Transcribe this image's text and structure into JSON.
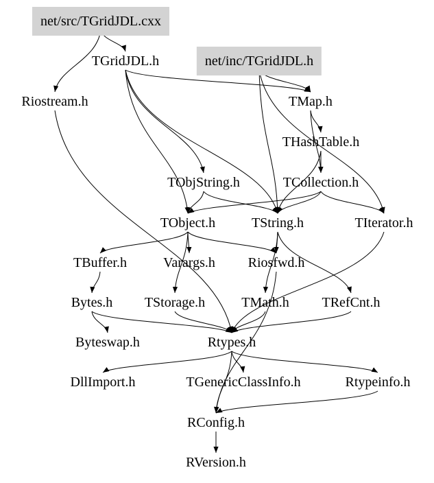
{
  "nodes": [
    {
      "id": "cxx",
      "label": "net/src/TGridJDL.cxx",
      "highlight": true
    },
    {
      "id": "tgridh",
      "label": "TGridJDL.h"
    },
    {
      "id": "inc",
      "label": "net/inc/TGridJDL.h",
      "highlight": true
    },
    {
      "id": "riostream",
      "label": "Riostream.h"
    },
    {
      "id": "tmap",
      "label": "TMap.h"
    },
    {
      "id": "thash",
      "label": "THashTable.h"
    },
    {
      "id": "tobjstring",
      "label": "TObjString.h"
    },
    {
      "id": "tcoll",
      "label": "TCollection.h"
    },
    {
      "id": "tobject",
      "label": "TObject.h"
    },
    {
      "id": "tstring",
      "label": "TString.h"
    },
    {
      "id": "titer",
      "label": "TIterator.h"
    },
    {
      "id": "tbuffer",
      "label": "TBuffer.h"
    },
    {
      "id": "varargs",
      "label": "Varargs.h"
    },
    {
      "id": "riosfwd",
      "label": "Riosfwd.h"
    },
    {
      "id": "bytes",
      "label": "Bytes.h"
    },
    {
      "id": "tstorage",
      "label": "TStorage.h"
    },
    {
      "id": "tmath",
      "label": "TMath.h"
    },
    {
      "id": "trefcnt",
      "label": "TRefCnt.h"
    },
    {
      "id": "byteswap",
      "label": "Byteswap.h"
    },
    {
      "id": "rtypes",
      "label": "Rtypes.h"
    },
    {
      "id": "dllimport",
      "label": "DllImport.h"
    },
    {
      "id": "tgci",
      "label": "TGenericClassInfo.h"
    },
    {
      "id": "rtypeinfo",
      "label": "Rtypeinfo.h"
    },
    {
      "id": "rconfig",
      "label": "RConfig.h"
    },
    {
      "id": "rversion",
      "label": "RVersion.h"
    }
  ],
  "edges": [
    [
      "cxx",
      "tgridh"
    ],
    [
      "cxx",
      "riostream"
    ],
    [
      "tgridh",
      "tmap"
    ],
    [
      "tgridh",
      "tobjstring"
    ],
    [
      "tgridh",
      "tobject"
    ],
    [
      "tgridh",
      "tstring"
    ],
    [
      "inc",
      "tmap"
    ],
    [
      "inc",
      "tstring"
    ],
    [
      "inc",
      "titer"
    ],
    [
      "riostream",
      "rtypes"
    ],
    [
      "tmap",
      "thash"
    ],
    [
      "tmap",
      "tcoll"
    ],
    [
      "thash",
      "tcoll"
    ],
    [
      "thash",
      "tstring"
    ],
    [
      "tobjstring",
      "tobject"
    ],
    [
      "tobjstring",
      "tstring"
    ],
    [
      "tcoll",
      "tstring"
    ],
    [
      "tcoll",
      "titer"
    ],
    [
      "tcoll",
      "tobject"
    ],
    [
      "tobject",
      "tbuffer"
    ],
    [
      "tobject",
      "varargs"
    ],
    [
      "tobject",
      "riosfwd"
    ],
    [
      "tobject",
      "tstorage"
    ],
    [
      "tstring",
      "riosfwd"
    ],
    [
      "tstring",
      "tmath"
    ],
    [
      "tstring",
      "trefcnt"
    ],
    [
      "titer",
      "rtypes"
    ],
    [
      "tbuffer",
      "bytes"
    ],
    [
      "riosfwd",
      "rconfig"
    ],
    [
      "bytes",
      "byteswap"
    ],
    [
      "bytes",
      "rtypes"
    ],
    [
      "tstorage",
      "rtypes"
    ],
    [
      "tmath",
      "rtypes"
    ],
    [
      "trefcnt",
      "rtypes"
    ],
    [
      "rtypes",
      "dllimport"
    ],
    [
      "rtypes",
      "tgci"
    ],
    [
      "rtypes",
      "rtypeinfo"
    ],
    [
      "rtypes",
      "rconfig"
    ],
    [
      "rtypeinfo",
      "rconfig"
    ],
    [
      "rconfig",
      "rversion"
    ]
  ],
  "colors": {
    "highlight_fill": "#d3d3d3",
    "edge": "#000000"
  }
}
